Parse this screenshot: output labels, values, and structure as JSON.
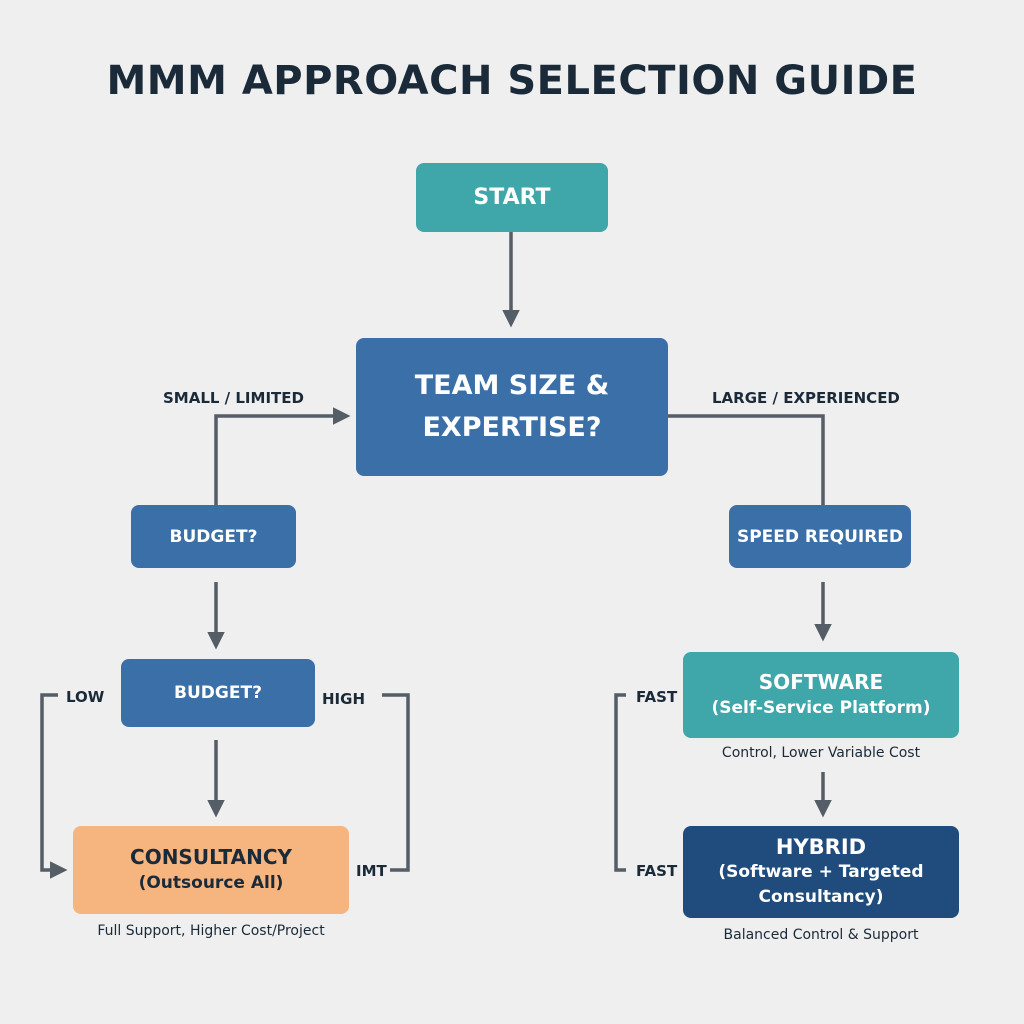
{
  "title": "MMM APPROACH SELECTION GUIDE",
  "colors": {
    "background": "#efefef",
    "teal": "#3fa6a9",
    "blue": "#3b6fa8",
    "navy": "#1f4c7c",
    "orange": "#f6b47f",
    "text_dark": "#1b2a38",
    "connector": "#555d66"
  },
  "nodes": {
    "start": {
      "label": "START"
    },
    "team": {
      "line1": "TEAM SIZE &",
      "line2": "EXPERTISE?"
    },
    "budget_1": {
      "label": "BUDGET?"
    },
    "budget_2": {
      "label": "BUDGET?"
    },
    "speed": {
      "label": "SPEED REQUIRED"
    },
    "software": {
      "title": "SOFTWARE",
      "subtitle": "(Self-Service Platform)",
      "caption": "Control, Lower Variable Cost"
    },
    "consultancy": {
      "title": "CONSULTANCY",
      "subtitle": "(Outsource All)",
      "caption": "Full Support, Higher Cost/Project"
    },
    "hybrid": {
      "title": "HYBRID",
      "subtitle_line1": "(Software + Targeted",
      "subtitle_line2": "Consultancy)",
      "caption": "Balanced Control & Support"
    }
  },
  "edge_labels": {
    "small_limited": "SMALL / LIMITED",
    "large_experienced": "LARGE / EXPERIENCED",
    "low": "LOW",
    "high": "HIGH",
    "imt": "IMT",
    "fast_1": "FAST",
    "fast_2": "FAST"
  }
}
